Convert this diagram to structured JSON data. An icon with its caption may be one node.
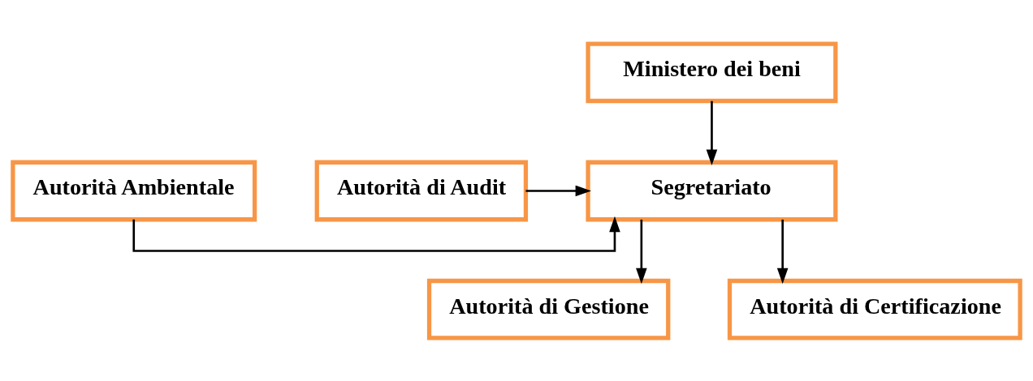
{
  "diagram": {
    "nodes": [
      {
        "text": [
          "Ministero dei beni"
        ]
      },
      {
        "text": [
          "Segretariato"
        ]
      },
      {
        "text": [
          "Autorità Ambientale"
        ]
      },
      {
        "text": [
          "Autorità di Audit"
        ]
      },
      {
        "text": [
          "Autorità di Gestione"
        ]
      },
      {
        "text": [
          "Autorità di Certificazione"
        ]
      }
    ],
    "edges": [
      {
        "from": 0,
        "to": 1,
        "arrow": "to"
      },
      {
        "from": 2,
        "to": 1,
        "arrow": "to"
      },
      {
        "from": 3,
        "to": 1,
        "arrow": "to"
      },
      {
        "from": 1,
        "to": 4,
        "arrow": "to"
      },
      {
        "from": 1,
        "to": 5,
        "arrow": "to"
      }
    ]
  }
}
